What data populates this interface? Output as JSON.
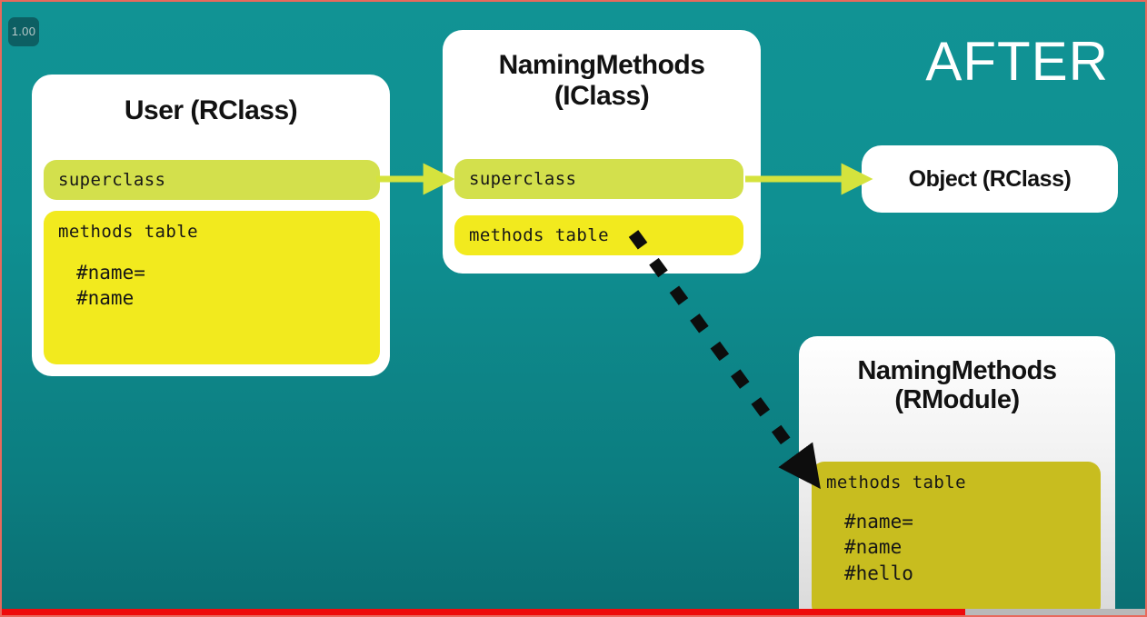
{
  "slide": {
    "badge": "1.00",
    "heading": "AFTER",
    "background_color": "#0f9092",
    "accent_arrow_color": "#d5e33d",
    "progress_color": "#ee0b0b",
    "progress_percent": 84
  },
  "cards": [
    {
      "id": "user",
      "title": "User (RClass)",
      "fields": [
        {
          "kind": "superclass",
          "label": "superclass",
          "color": "#d3e04c"
        },
        {
          "kind": "methods",
          "label": "methods table",
          "color": "#f2ea1e",
          "entries": "#name=\n#name"
        }
      ]
    },
    {
      "id": "iclass",
      "title": "NamingMethods\n(IClass)",
      "title_line1": "NamingMethods",
      "title_line2": "(IClass)",
      "fields": [
        {
          "kind": "superclass",
          "label": "superclass",
          "color": "#d3e04c"
        },
        {
          "kind": "methods",
          "label": "methods table",
          "color": "#f2ea1e"
        }
      ]
    },
    {
      "id": "object",
      "title": "Object (RClass)",
      "fields": []
    },
    {
      "id": "rmodule",
      "title_line1": "NamingMethods",
      "title_line2": "(RModule)",
      "fields": [
        {
          "kind": "methods",
          "label": "methods table",
          "color": "#c8bd1f",
          "entries": "#name=\n#name\n#hello"
        }
      ]
    }
  ],
  "arrows": [
    {
      "name": "user-superclass-to-iclass",
      "style": "solid",
      "color": "#d5e33d"
    },
    {
      "name": "iclass-superclass-to-object",
      "style": "solid",
      "color": "#d5e33d"
    },
    {
      "name": "iclass-methods-to-rmodule-methods",
      "style": "dashed",
      "color": "#0d0d0d"
    }
  ]
}
